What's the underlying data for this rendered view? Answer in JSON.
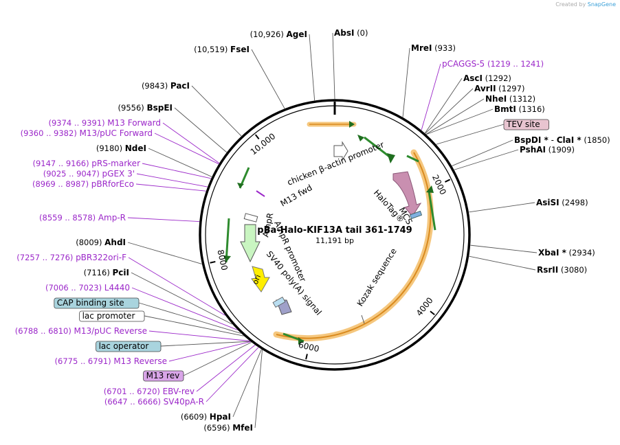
{
  "watermark": {
    "prefix": "Created by",
    "brand": "SnapGene"
  },
  "plasmid": {
    "name": "pBa-Halo-KIF13A tail 361-1749",
    "size": "11,191 bp",
    "length": 11191
  },
  "ticks": [
    {
      "label": "2000",
      "value": 2000
    },
    {
      "label": "4000",
      "value": 4000
    },
    {
      "label": "6000",
      "value": 6000
    },
    {
      "label": "8000",
      "value": 8000
    },
    {
      "label": "10,000",
      "value": 10000
    }
  ],
  "right_sites": [
    {
      "name": "AbsI",
      "pos": "(0)"
    },
    {
      "name": "MreI",
      "pos": "(933)"
    },
    {
      "primer": "pCAGGS-5",
      "range": "(1219 .. 1241)"
    },
    {
      "name": "AscI",
      "pos": "(1292)"
    },
    {
      "name": "AvrII",
      "pos": "(1297)"
    },
    {
      "name": "NheI",
      "pos": "(1312)"
    },
    {
      "name": "BmtI",
      "pos": "(1316)"
    },
    {
      "box": "TEV site"
    },
    {
      "name": "BspDI *",
      "sep": "-",
      "name2": "ClaI *",
      "pos": "(1850)"
    },
    {
      "name": "PshAI",
      "pos": "(1909)"
    },
    {
      "name": "AsiSI",
      "pos": "(2498)"
    },
    {
      "name": "XbaI *",
      "pos": "(2934)"
    },
    {
      "name": "RsrII",
      "pos": "(3080)"
    }
  ],
  "left_sites": [
    {
      "name": "AgeI",
      "pos": "(10,926)"
    },
    {
      "name": "FseI",
      "pos": "(10,519)"
    },
    {
      "name": "PacI",
      "pos": "(9843)"
    },
    {
      "name": "BspEI",
      "pos": "(9556)"
    },
    {
      "primer": "M13 Forward",
      "range": "(9374 .. 9391)"
    },
    {
      "primer": "M13/pUC Forward",
      "range": "(9360 .. 9382)"
    },
    {
      "name": "NdeI",
      "pos": "(9180)"
    },
    {
      "primer": "pRS-marker",
      "range": "(9147 .. 9166)"
    },
    {
      "primer": "pGEX 3'",
      "range": "(9025 .. 9047)"
    },
    {
      "primer": "pBRforEco",
      "range": "(8969 .. 8987)"
    },
    {
      "primer": "Amp-R",
      "range": "(8559 .. 8578)"
    },
    {
      "name": "AhdI",
      "pos": "(8009)"
    },
    {
      "primer": "pBR322ori-F",
      "range": "(7257 .. 7276)"
    },
    {
      "name": "PciI",
      "pos": "(7116)"
    },
    {
      "primer": "L4440",
      "range": "(7006 .. 7023)"
    },
    {
      "box": "CAP binding site"
    },
    {
      "box": "lac promoter"
    },
    {
      "primer": "M13/pUC Reverse",
      "range": "(6788 .. 6810)"
    },
    {
      "box": "lac operator"
    },
    {
      "primer": "M13 Reverse",
      "range": "(6775 .. 6791)"
    },
    {
      "box": "M13 rev"
    },
    {
      "primer": "EBV-rev",
      "range": "(6701 .. 6720)"
    },
    {
      "primer": "SV40pA-R",
      "range": "(6647 .. 6666)"
    },
    {
      "name": "HpaI",
      "pos": "(6609)"
    },
    {
      "name": "MfeI",
      "pos": "(6596)"
    }
  ],
  "features": {
    "chicken_actin": "chicken β-actin promoter",
    "m13fwd": "M13 fwd",
    "halotag": "HaloTag®",
    "mcs": "MCS",
    "ampr_promoter": "AmpR promoter",
    "ampr": "AmpR",
    "ori": "ori",
    "sv40": "SV40 poly(A) signal",
    "kozak": "Kozak sequence"
  },
  "colors": {
    "primer": "#9b27c9",
    "tev": "#e8c4d0",
    "cap": "#a9d4de",
    "lac_op": "#a9d4de",
    "m13rev": "#d9a5e8",
    "halotag": "#c98fb0",
    "ampr": "#c9f5c1",
    "ori": "#ffee00",
    "orange": "#f5b25a",
    "green": "#2e8b2e"
  }
}
